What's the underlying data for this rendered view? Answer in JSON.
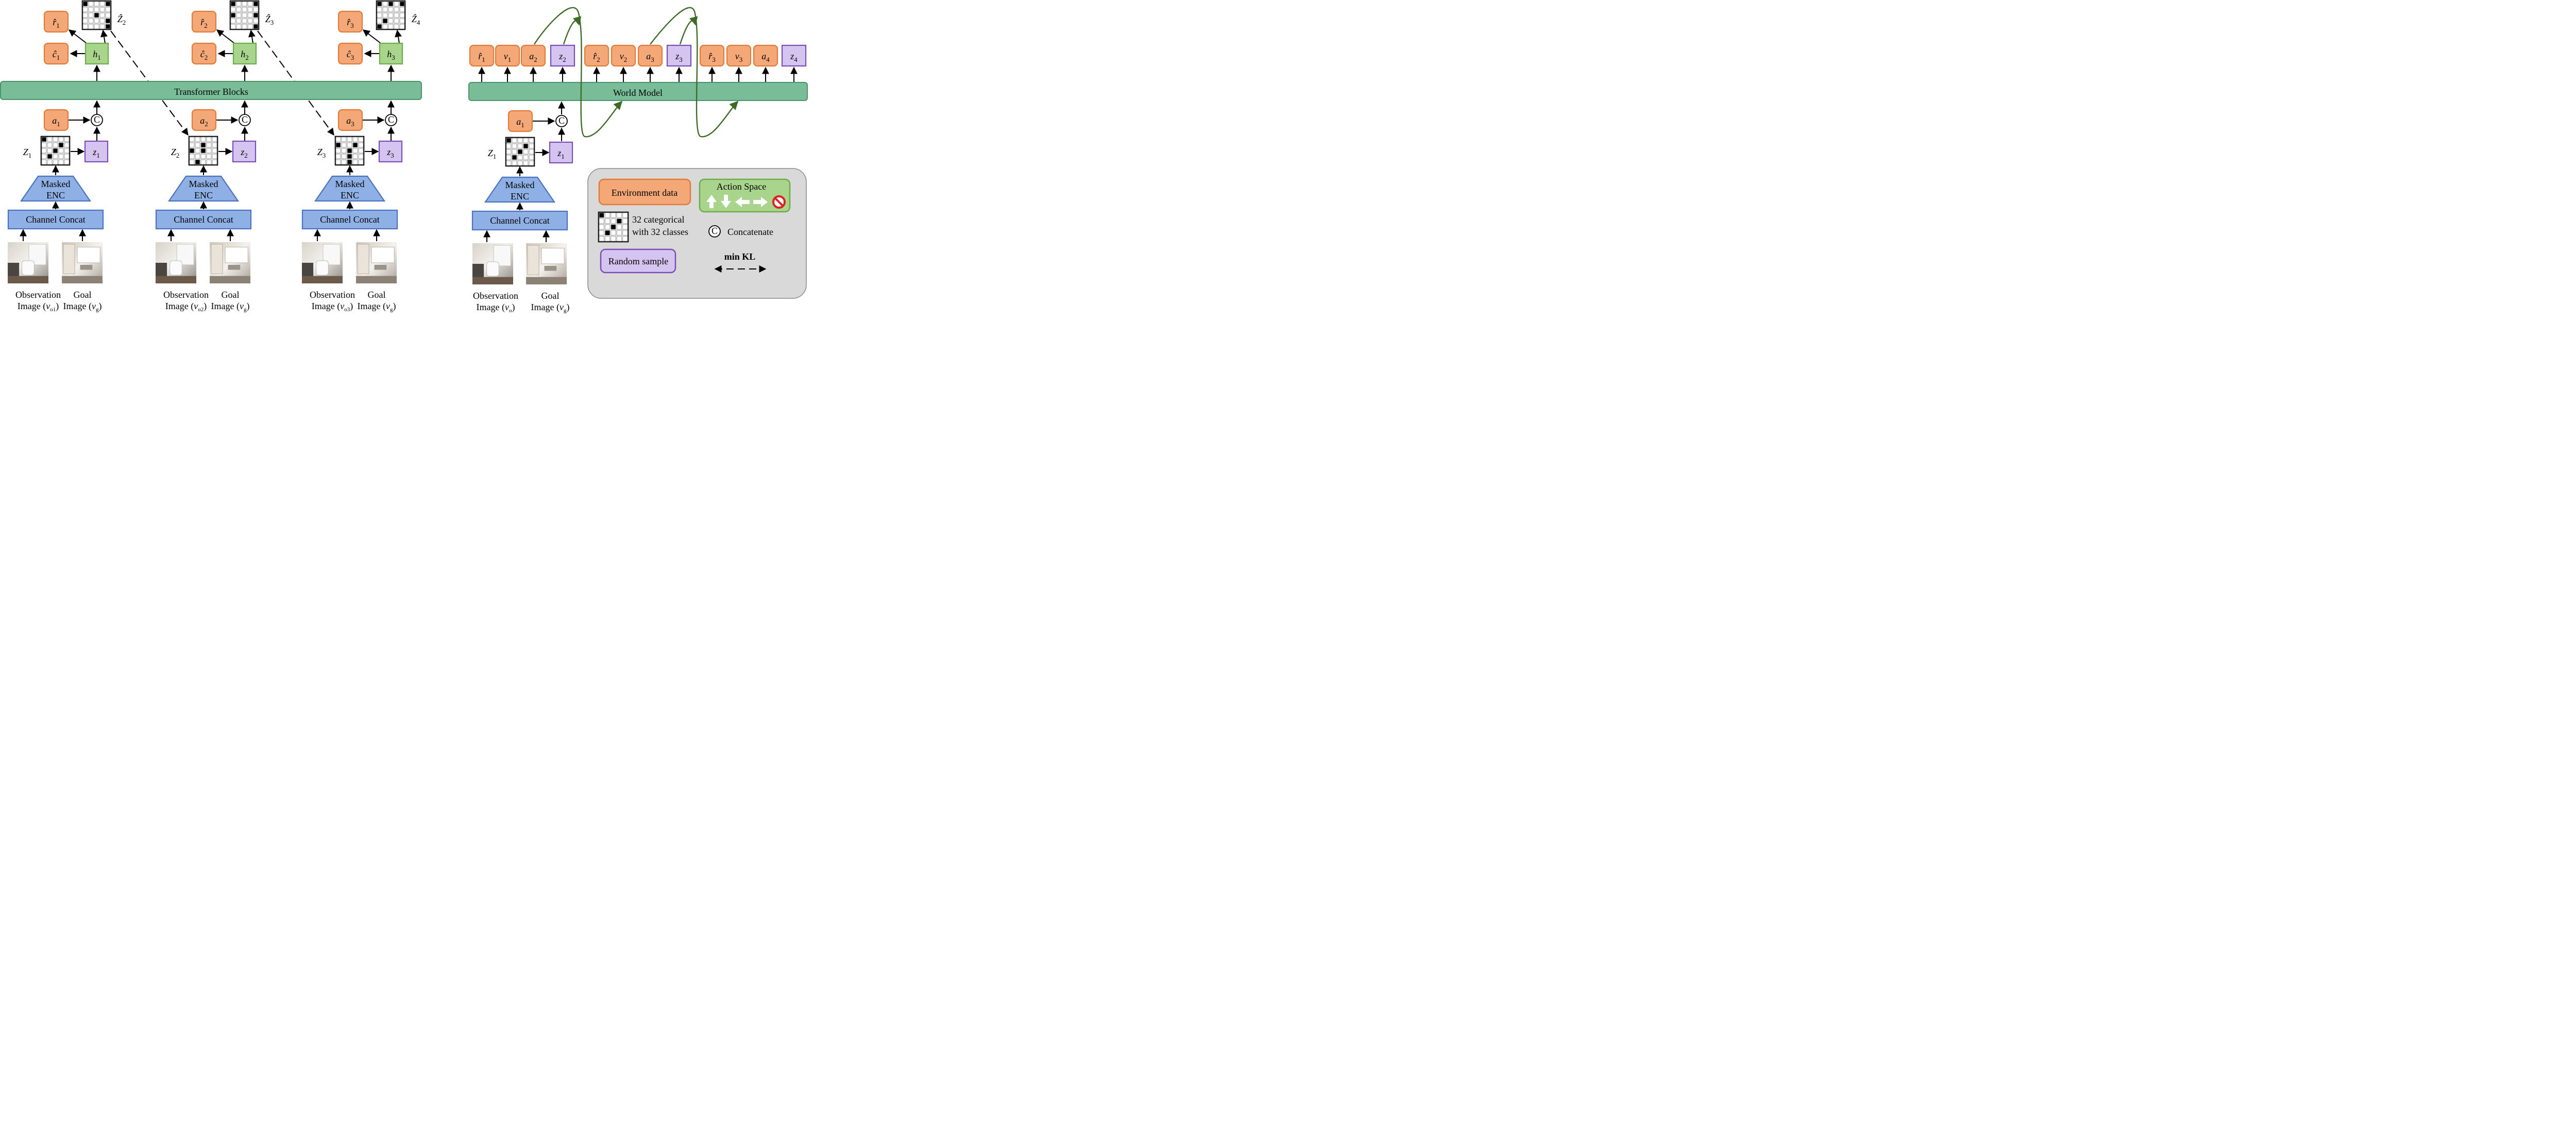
{
  "transformer": {
    "label": "Transformer Blocks"
  },
  "world_model": {
    "label": "World Model"
  },
  "encoder": {
    "line1": "Masked",
    "line2": "ENC"
  },
  "channel_concat": "Channel Concat",
  "concat_symbol": "C",
  "steps": [
    {
      "r": "r",
      "r_sub": "1",
      "c_sub": "1",
      "h_sub": "1",
      "zhat_sub": "2",
      "a_sub": "1",
      "Z_sub": "1",
      "z_sub": "1",
      "obs": {
        "line1": "Observation",
        "line2": "Image (",
        "var": "v",
        "sub": "o1",
        "close": ")"
      },
      "goal": {
        "line1": "Goal",
        "line2": "Image (",
        "var": "v",
        "sub": "g",
        "close": ")"
      }
    },
    {
      "r": "r",
      "r_sub": "2",
      "c_sub": "2",
      "h_sub": "2",
      "zhat_sub": "3",
      "a_sub": "2",
      "Z_sub": "2",
      "z_sub": "2",
      "obs": {
        "line1": "Observation",
        "line2": "Image (",
        "var": "v",
        "sub": "o2",
        "close": ")"
      },
      "goal": {
        "line1": "Goal",
        "line2": "Image (",
        "var": "v",
        "sub": "g",
        "close": ")"
      }
    },
    {
      "r": "r",
      "r_sub": "3",
      "c_sub": "3",
      "h_sub": "3",
      "zhat_sub": "4",
      "a_sub": "3",
      "Z_sub": "3",
      "z_sub": "3",
      "obs": {
        "line1": "Observation",
        "line2": "Image (",
        "var": "v",
        "sub": "o3",
        "close": ")"
      },
      "goal": {
        "line1": "Goal",
        "line2": "Image (",
        "var": "v",
        "sub": "g",
        "close": ")"
      }
    }
  ],
  "wm_tokens": [
    {
      "sym": "r",
      "hat": true,
      "sub": "1",
      "kind": "env"
    },
    {
      "sym": "v",
      "hat": false,
      "sub": "1",
      "kind": "env"
    },
    {
      "sym": "a",
      "hat": false,
      "sub": "2",
      "kind": "env"
    },
    {
      "sym": "z",
      "hat": false,
      "sub": "2",
      "kind": "rand"
    },
    {
      "sym": "r",
      "hat": true,
      "sub": "2",
      "kind": "env"
    },
    {
      "sym": "v",
      "hat": false,
      "sub": "2",
      "kind": "env"
    },
    {
      "sym": "a",
      "hat": false,
      "sub": "3",
      "kind": "env"
    },
    {
      "sym": "z",
      "hat": false,
      "sub": "3",
      "kind": "rand"
    },
    {
      "sym": "r",
      "hat": true,
      "sub": "3",
      "kind": "env"
    },
    {
      "sym": "v",
      "hat": false,
      "sub": "3",
      "kind": "env"
    },
    {
      "sym": "a",
      "hat": false,
      "sub": "4",
      "kind": "env"
    },
    {
      "sym": "z",
      "hat": false,
      "sub": "4",
      "kind": "rand"
    }
  ],
  "wm_input": {
    "a_sub": "1",
    "Z_sub": "1",
    "z_sub": "1",
    "obs": {
      "line1": "Observation",
      "line2": "Image (",
      "var": "v",
      "sub": "o",
      "close": ")"
    },
    "goal": {
      "line1": "Goal",
      "line2": "Image (",
      "var": "v",
      "sub": "g",
      "close": ")"
    }
  },
  "legend": {
    "env": "Environment data",
    "action_space": "Action Space",
    "categorical_line1": "32 categorical",
    "categorical_line2": "with 32 classes",
    "concatenate": "Concatenate",
    "random": "Random sample",
    "min_kl": "min KL"
  },
  "colors": {
    "env_fill": "#f4a878",
    "env_stroke": "#e07b3c",
    "rand_fill": "#d6c4f0",
    "rand_stroke": "#7a4fb5",
    "h_fill": "#a8d58b",
    "h_stroke": "#6aad4a",
    "bar_fill": "#78bc98",
    "bar_stroke": "#4e8f6c",
    "enc_fill": "#8fb0e4",
    "enc_stroke": "#4a72c0",
    "legend_bg": "#d9d9d9",
    "action_fill": "#a8d58b",
    "stop": "#e02020",
    "curve": "#3d6b25"
  }
}
